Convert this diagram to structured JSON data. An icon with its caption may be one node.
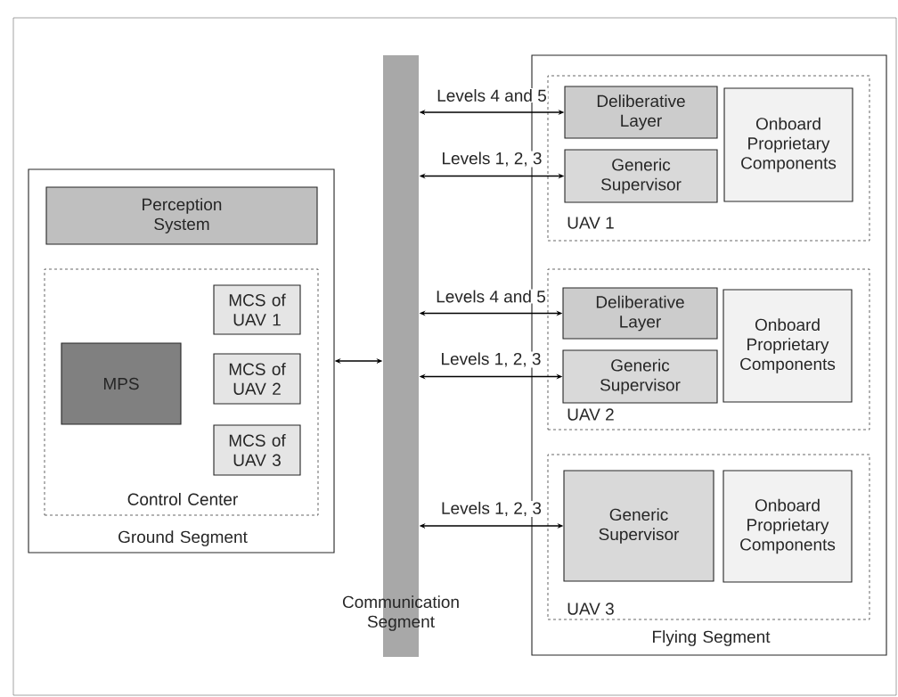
{
  "diagram": {
    "nodes": [
      {
        "text": [
          "Ground Segment"
        ]
      },
      {
        "text": [
          "Perception System"
        ],
        "in": 0
      },
      {
        "text": [
          "Control Center"
        ],
        "in": 0
      },
      {
        "text": [
          "MPS"
        ],
        "in": 2
      },
      {
        "text": [
          "MCS of UAV 1"
        ],
        "in": 2
      },
      {
        "text": [
          "MCS of UAV 2"
        ],
        "in": 2
      },
      {
        "text": [
          "MCS of UAV 3"
        ],
        "in": 2
      },
      {
        "text": [
          "Communication Segment"
        ]
      },
      {
        "text": [
          "Flying Segment"
        ]
      },
      {
        "text": [
          "UAV 1"
        ],
        "in": 8
      },
      {
        "text": [
          "Deliberative Layer"
        ],
        "in": 9
      },
      {
        "text": [
          "Generic Supervisor"
        ],
        "in": 9
      },
      {
        "text": [
          "Onboard Proprietary Components"
        ],
        "in": 9
      },
      {
        "text": [
          "UAV 2"
        ],
        "in": 8
      },
      {
        "text": [
          "Deliberative Layer"
        ],
        "in": 13
      },
      {
        "text": [
          "Generic Supervisor"
        ],
        "in": 13
      },
      {
        "text": [
          "Onboard Proprietary Components"
        ],
        "in": 13
      },
      {
        "text": [
          "UAV 3"
        ],
        "in": 8
      },
      {
        "text": [
          "Generic Supervisor"
        ],
        "in": 17
      },
      {
        "text": [
          "Onboard Proprietary Components"
        ],
        "in": 17
      }
    ],
    "edges": [
      {
        "from": 0,
        "to": 7,
        "arrow": "both"
      },
      {
        "from": 7,
        "to": 10,
        "arrow": "both",
        "label": "Levels 4 and 5"
      },
      {
        "from": 7,
        "to": 11,
        "arrow": "both",
        "label": "Levels 1, 2, 3"
      },
      {
        "from": 7,
        "to": 14,
        "arrow": "both",
        "label": "Levels 4 and 5"
      },
      {
        "from": 7,
        "to": 15,
        "arrow": "both",
        "label": "Levels 1, 2, 3"
      },
      {
        "from": 7,
        "to": 18,
        "arrow": "both",
        "label": "Levels 1, 2, 3"
      }
    ]
  }
}
